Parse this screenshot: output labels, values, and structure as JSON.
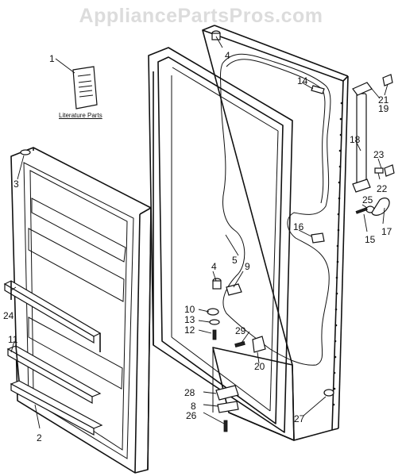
{
  "watermark": "AppliancePartsPros.com",
  "literature_label": "Literature Parts",
  "callouts": {
    "c1": "1",
    "c2": "2",
    "c3": "3",
    "c4a": "4",
    "c4b": "4",
    "c5": "5",
    "c8": "8",
    "c9": "9",
    "c10": "10",
    "c11": "11",
    "c12": "12",
    "c13": "13",
    "c14": "14",
    "c15": "15",
    "c16": "16",
    "c17": "17",
    "c18": "18",
    "c19": "19",
    "c20": "20",
    "c21": "21",
    "c22": "22",
    "c23": "23",
    "c24": "24",
    "c25": "25",
    "c26": "26",
    "c27": "27",
    "c28": "28",
    "c29": "29"
  },
  "colors": {
    "line": "#111111",
    "watermark": "#dcdcdc",
    "background": "#ffffff"
  }
}
